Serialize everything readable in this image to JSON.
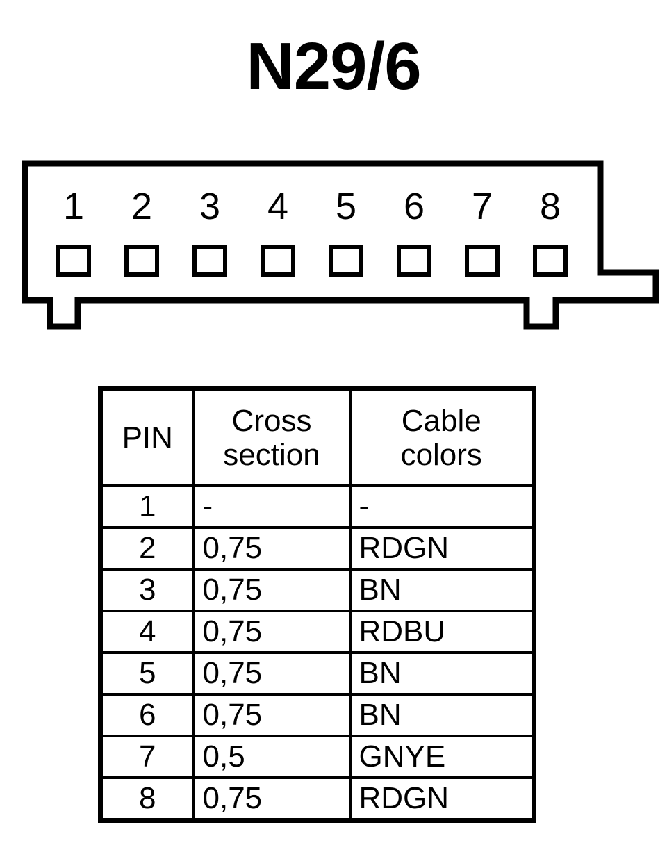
{
  "title": "N29/6",
  "connector": {
    "name": "8-way connector housing",
    "pin_count": 8,
    "pin_numbers": [
      "1",
      "2",
      "3",
      "4",
      "5",
      "6",
      "7",
      "8"
    ],
    "outline_color": "#000000",
    "fill_color": "#ffffff"
  },
  "table": {
    "headers": {
      "pin": "PIN",
      "cross_section_line1": "Cross",
      "cross_section_line2": "section",
      "cable_colors_line1": "Cable",
      "cable_colors_line2": "colors"
    },
    "rows": [
      {
        "pin": "1",
        "cross_section": "-",
        "cable_colors": "-"
      },
      {
        "pin": "2",
        "cross_section": "0,75",
        "cable_colors": "RDGN"
      },
      {
        "pin": "3",
        "cross_section": "0,75",
        "cable_colors": "BN"
      },
      {
        "pin": "4",
        "cross_section": "0,75",
        "cable_colors": "RDBU"
      },
      {
        "pin": "5",
        "cross_section": "0,75",
        "cable_colors": "BN"
      },
      {
        "pin": "6",
        "cross_section": "0,75",
        "cable_colors": "BN"
      },
      {
        "pin": "7",
        "cross_section": "0,5",
        "cable_colors": "GNYE"
      },
      {
        "pin": "8",
        "cross_section": "0,75",
        "cable_colors": "RDGN"
      }
    ]
  }
}
